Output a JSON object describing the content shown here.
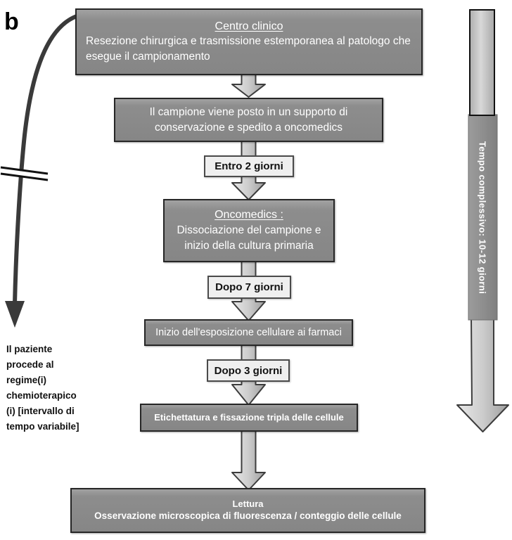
{
  "figure_label": "b",
  "boxes": {
    "clinic": {
      "title": "Centro clinico",
      "body": "Resezione chirurgica e trasmissione estemporanea al patologo che esegue il campionamento"
    },
    "shipping": {
      "body": "Il campione viene posto in un supporto di conservazione e spedito a oncomedics"
    },
    "oncomedics": {
      "title": "Oncomedics :",
      "body": "Dissociazione del campione e inizio della cultura primaria"
    },
    "exposure": {
      "body": "Inizio dell'esposizione cellulare ai farmaci"
    },
    "labeling": {
      "body": "Etichettatura e fissazione tripla delle cellule"
    },
    "reading": {
      "title": "Lettura",
      "body": "Osservazione microscopica di fluorescenza / conteggio delle cellule"
    }
  },
  "time_labels": {
    "first": "Entro 2 giorni",
    "second": "Dopo 7 giorni",
    "third": "Dopo 3 giorni"
  },
  "patient_note": {
    "lines": [
      "Il paziente",
      "procede al",
      "regime(i)",
      "chemioterapico",
      "(i) [intervallo di",
      "tempo variabile]"
    ]
  },
  "timeline": {
    "label": "Tempo complessivo: 10-12 giorni"
  },
  "colors": {
    "box_fill": "#8b8b8b",
    "box_border": "#262626",
    "box_text": "#ffffff",
    "label_fill": "#efefef",
    "label_border": "#4a4a4a",
    "arrow_outline": "#3d3d3d",
    "curved_arrow": "#3a3a3a"
  }
}
